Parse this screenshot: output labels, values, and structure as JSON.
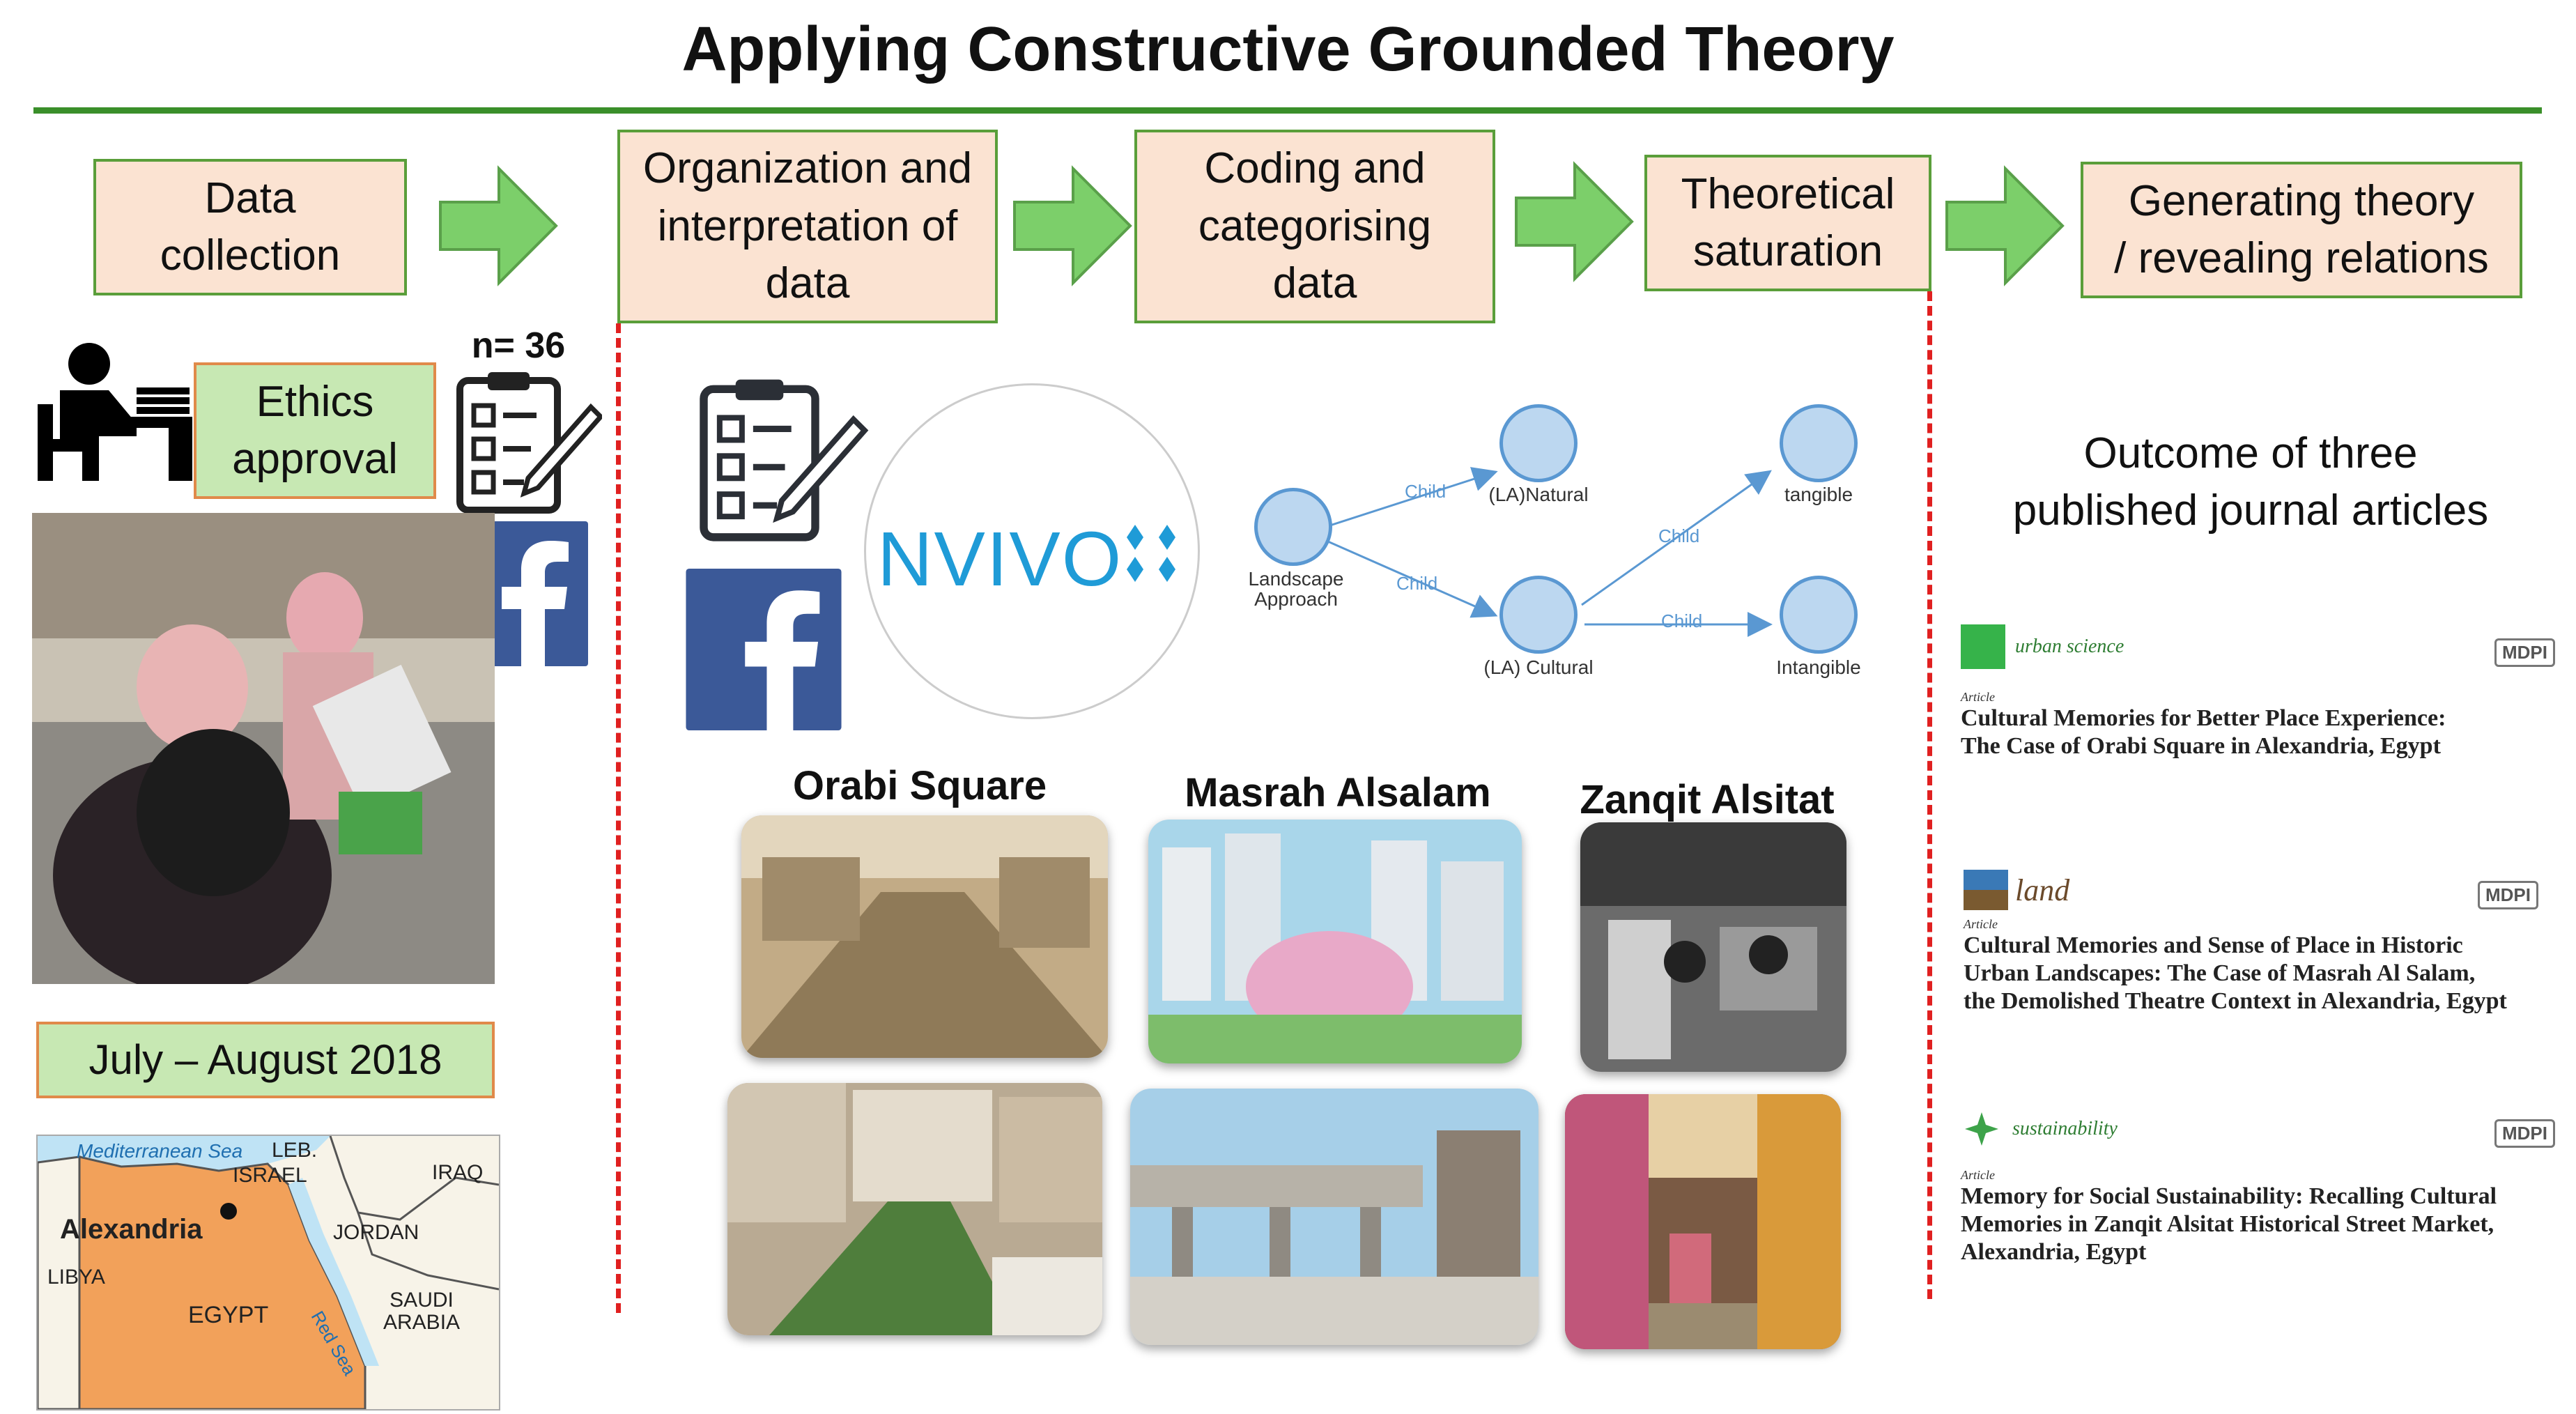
{
  "title": "Applying Constructive Grounded Theory",
  "steps": [
    "Data\ncollection",
    "Organization and\ninterpretation of\ndata",
    "Coding and\ncategorising\ndata",
    "Theoretical\nsaturation",
    "Generating theory\n/ revealing relations"
  ],
  "ethics_label": "Ethics\napproval",
  "sample_size": "n= 36",
  "date_range": "July – August 2018",
  "software": "NVIVO",
  "node_graph": {
    "root": "Landscape\nApproach",
    "natural": "(LA)Natural",
    "cultural": "(LA) Cultural",
    "tangible": "tangible",
    "intangible": "Intangible",
    "edge_label": "Child"
  },
  "locations": [
    "Orabi Square",
    "Masrah Alsalam",
    "Zanqit Alsitat"
  ],
  "outcome_heading": "Outcome of three\npublished journal articles",
  "articles": [
    {
      "journal": "urban science",
      "kind": "Article",
      "publisher": "MDPI",
      "title": "Cultural Memories for Better Place Experience:\nThe Case of Orabi Square in Alexandria, Egypt"
    },
    {
      "journal": "land",
      "kind": "Article",
      "publisher": "MDPI",
      "title": "Cultural Memories and Sense of Place in Historic\nUrban Landscapes: The Case of Masrah Al Salam,\nthe Demolished Theatre Context in Alexandria, Egypt"
    },
    {
      "journal": "sustainability",
      "kind": "Article",
      "publisher": "MDPI",
      "title": "Memory for Social Sustainability: Recalling Cultural\nMemories in Zanqit Alsitat Historical Street Market,\nAlexandria, Egypt"
    }
  ],
  "map_labels": {
    "sea": "Mediterranean Sea",
    "leb": "LEB.",
    "israel": "ISRAEL",
    "iraq": "IRAQ",
    "jordan": "JORDAN",
    "alexandria": "Alexandria",
    "libya": "LIBYA",
    "egypt": "EGYPT",
    "saudi": "SAUDI\nARABIA",
    "red_sea": "Red Sea"
  },
  "colors": {
    "step_fill": "#fbe3d2",
    "step_border": "#5a9e3a",
    "arrow": "#7ccf6a",
    "dashed_line": "#e02020",
    "facebook": "#3b5998",
    "egypt_map": "#f2a15a"
  },
  "icons": [
    "desk-worker-icon",
    "clipboard-checklist-icon",
    "facebook-icon"
  ]
}
